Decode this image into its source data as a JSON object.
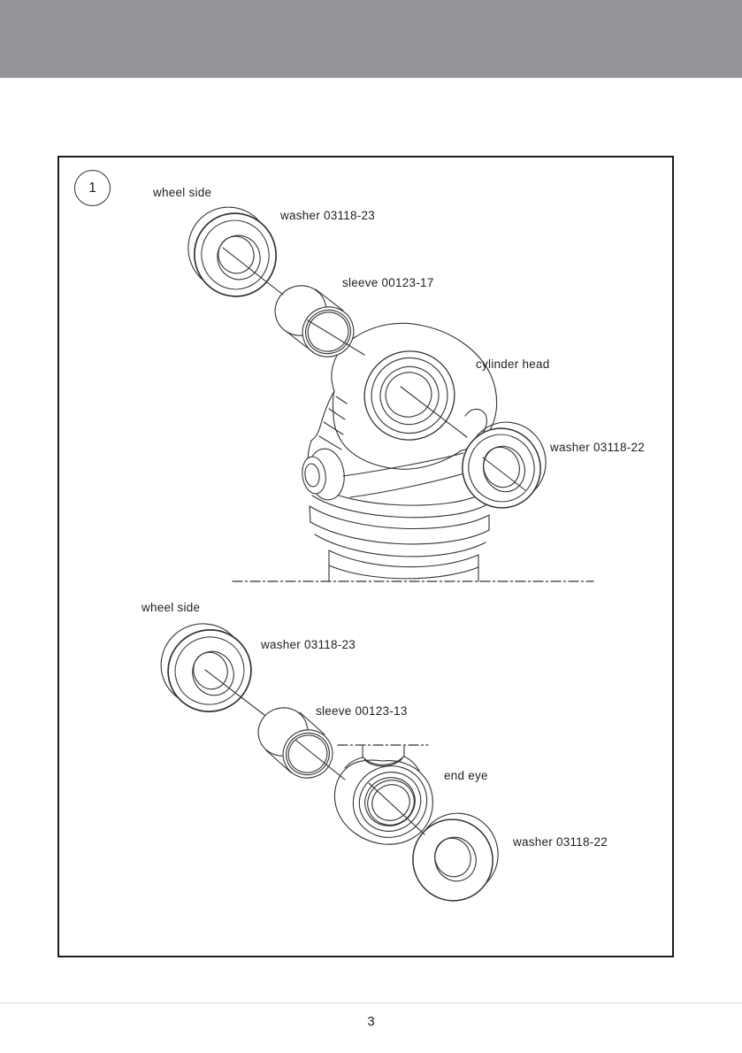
{
  "page": {
    "header_bar_color": "#939598",
    "line_color": "#333333",
    "frame_border_color": "#1c1c1c",
    "footer": {
      "page_number": "3"
    }
  },
  "figure": {
    "badge_number": "1",
    "assemblies": {
      "top": {
        "side_label": "wheel side",
        "labels": {
          "washer_left": "washer 03118-23",
          "sleeve": "sleeve 00123-17",
          "body": "cylinder head",
          "washer_right": "washer 03118-22"
        }
      },
      "bottom": {
        "side_label": "wheel side",
        "labels": {
          "washer_left": "washer 03118-23",
          "sleeve": "sleeve 00123-13",
          "body": "end eye",
          "washer_right": "washer 03118-22"
        }
      }
    }
  }
}
